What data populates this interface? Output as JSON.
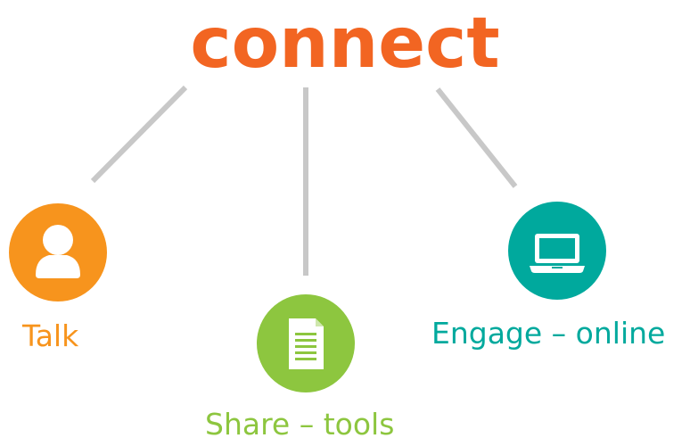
{
  "title": "connect",
  "colors": {
    "title": "#f26522",
    "connector": "#c8c8c8",
    "talk": "#f7941d",
    "share": "#8dc63f",
    "engage": "#00a99d"
  },
  "nodes": {
    "talk": {
      "label": "Talk",
      "icon": "person-icon"
    },
    "share": {
      "label": "Share – tools",
      "icon": "document-icon"
    },
    "engage": {
      "label": "Engage – online",
      "icon": "laptop-icon"
    }
  }
}
